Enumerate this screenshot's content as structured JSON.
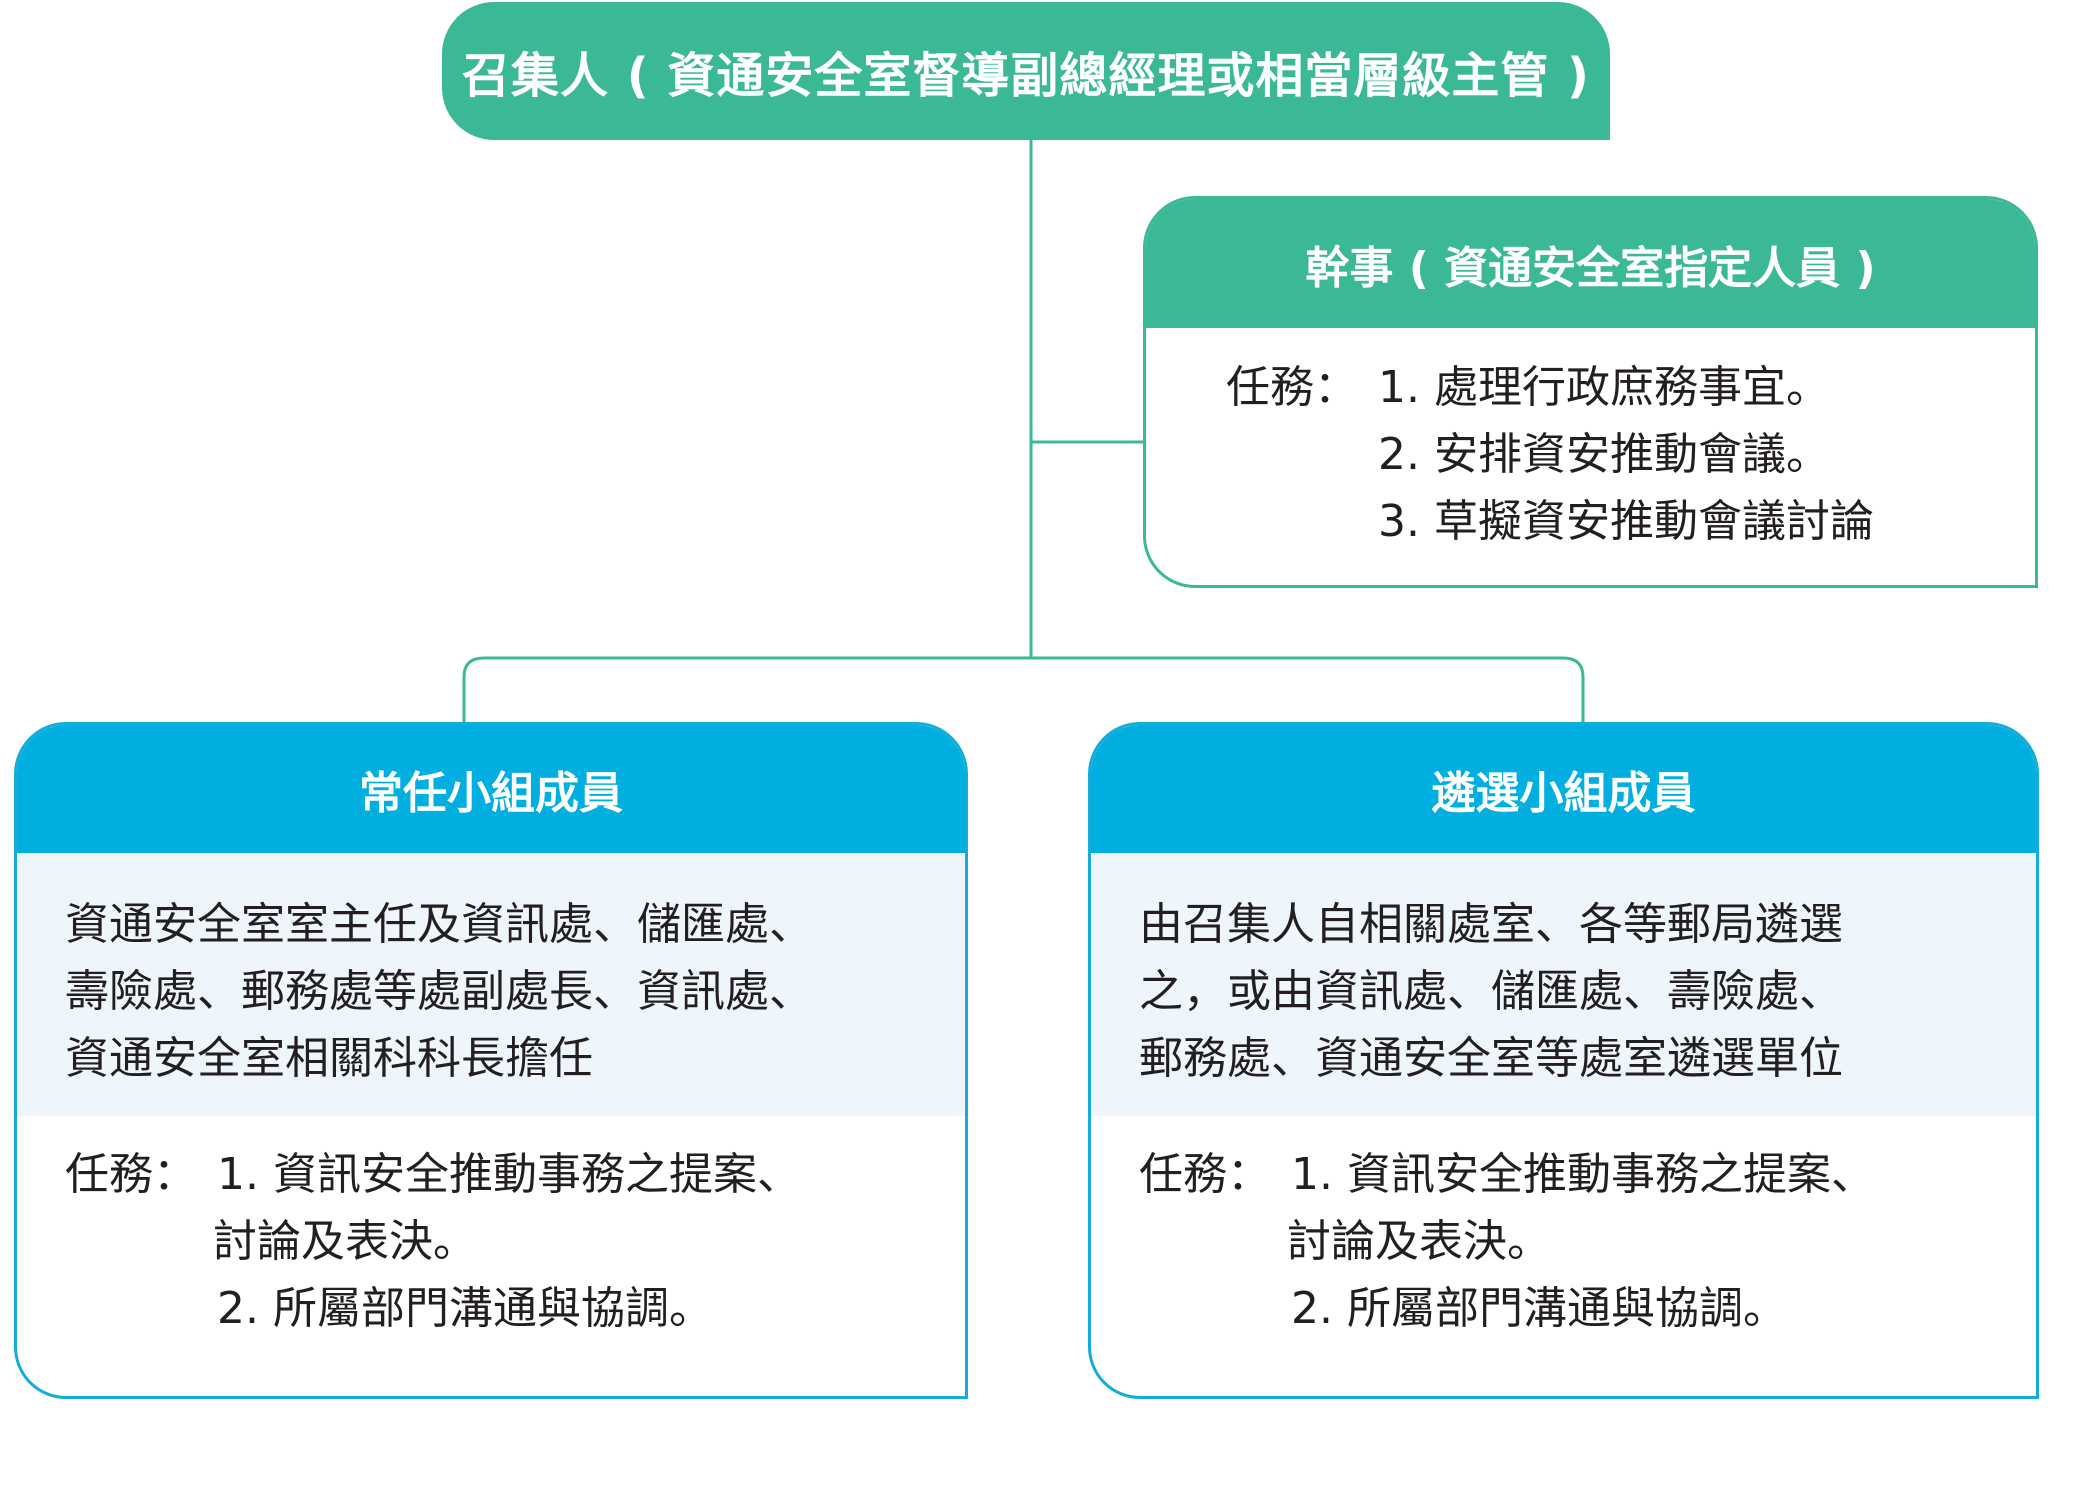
{
  "convener": {
    "title": "召集人 ( 資通安全室督導副總經理或相當層級主管 )"
  },
  "secretary": {
    "title": "幹事 ( 資通安全室指定人員 )",
    "task_label": "任務：",
    "tasks": [
      "1. 處理行政庶務事宜。",
      "2. 安排資安推動會議。",
      "3. 草擬資安推動會議討論"
    ]
  },
  "standing": {
    "title": "常任小組成員",
    "desc_lines": [
      "資通安全室室主任及資訊處、儲匯處、",
      "壽險處、郵務處等處副處長、資訊處、",
      "資通安全室相關科科長擔任"
    ],
    "task_label": "任務：",
    "tasks": [
      "1. 資訊安全推動事務之提案、",
      "討論及表決。",
      "2. 所屬部門溝通與協調。"
    ]
  },
  "elected": {
    "title": "遴選小組成員",
    "desc_lines": [
      "由召集人自相關處室、各等郵局遴選",
      "之，或由資訊處、儲匯處、壽險處、",
      "郵務處、資通安全室等處室遴選單位"
    ],
    "task_label": "任務：",
    "tasks": [
      "1. 資訊安全推動事務之提案、",
      "討論及表決。",
      "2. 所屬部門溝通與協調。"
    ]
  },
  "colors": {
    "green": "#3bb896",
    "blue": "#00afe0",
    "blue_border": "#14acd8",
    "light_fill": "#eef6fc"
  }
}
